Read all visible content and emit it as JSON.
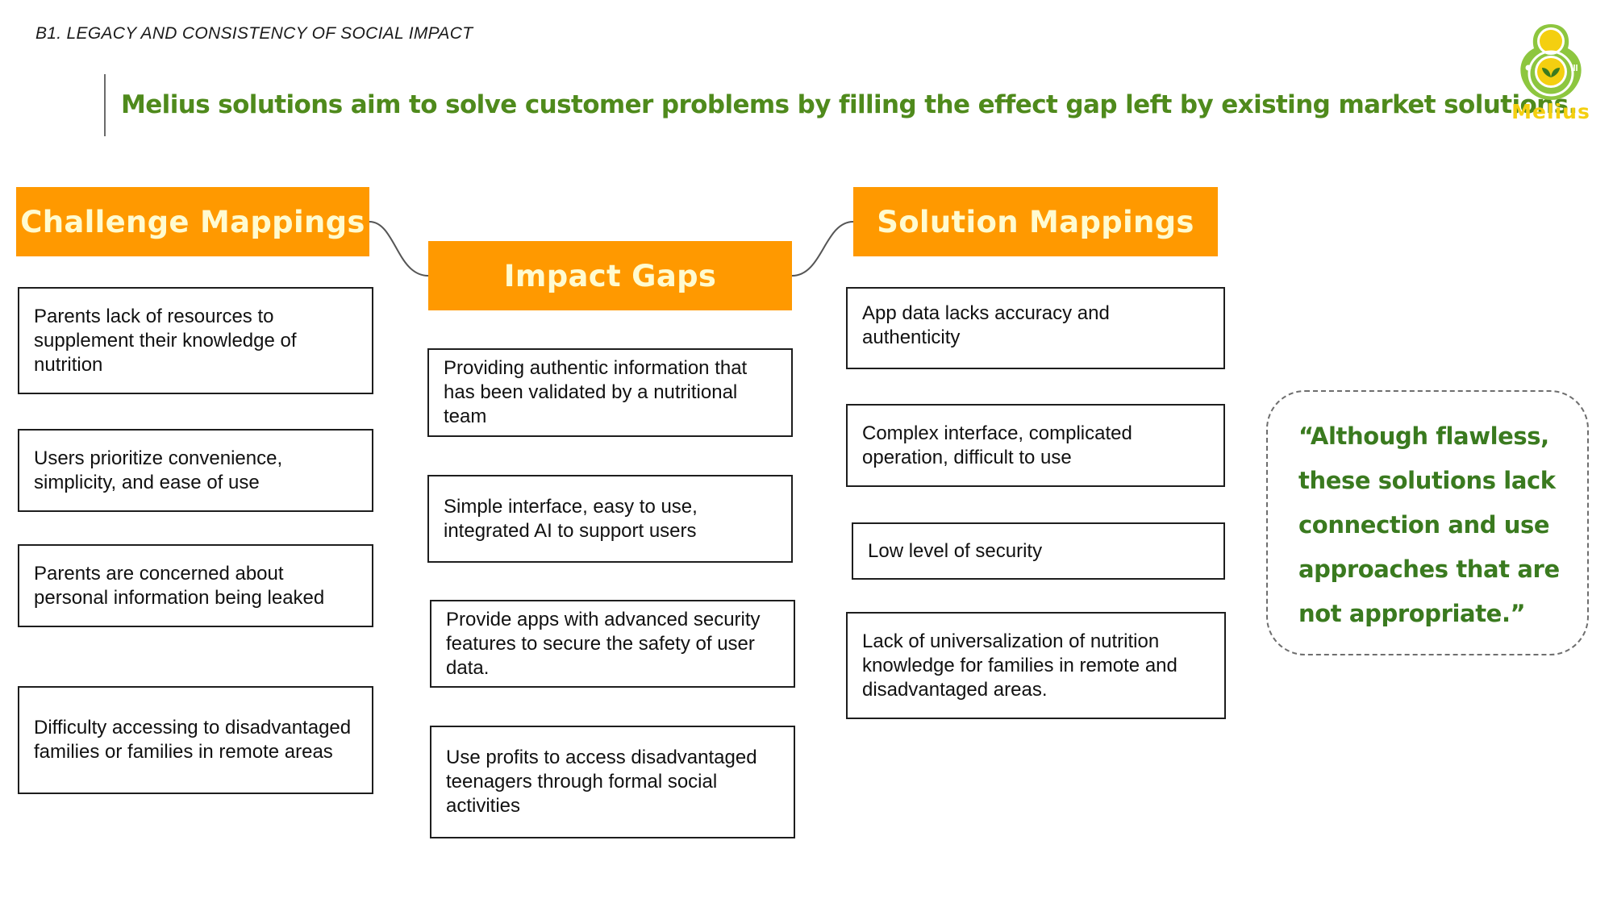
{
  "section_label": "B1. LEGACY AND CONSISTENCY OF SOCIAL IMPACT",
  "headline": "Melius solutions aim to solve customer problems by filling the effect gap left by existing market solutions.",
  "logo": {
    "text": "Melius",
    "icon": "melius-logo-icon",
    "colors": {
      "green": "#8dc63f",
      "yellow": "#f4cf10",
      "leaf": "#3a7a1f"
    }
  },
  "colors": {
    "header_bg": "#ff9900",
    "header_text": "#fffbd0",
    "headline": "#4f8a1c",
    "quote": "#3a7a1f"
  },
  "columns": {
    "challenge": {
      "title": "Challenge Mappings",
      "items": [
        "Parents lack of resources to supplement their knowledge of nutrition",
        "Users prioritize convenience, simplicity, and ease of use",
        "Parents are concerned about personal information being leaked",
        "Difficulty accessing to disadvantaged families or families in remote areas"
      ]
    },
    "impact": {
      "title": "Impact Gaps",
      "items": [
        "Providing authentic information that has been validated by a nutritional team",
        "Simple interface, easy to use, integrated AI to support users",
        "Provide apps with advanced security features to secure the safety of user data.",
        "Use profits to access disadvantaged teenagers through formal social activities"
      ]
    },
    "solution": {
      "title": "Solution Mappings",
      "items": [
        "App data lacks accuracy and authenticity",
        "Complex interface, complicated operation, difficult to use",
        "Low level of security",
        "Lack of universalization of nutrition knowledge for families in remote and disadvantaged areas."
      ]
    }
  },
  "quote": "“Although flawless, these solutions lack connection and use approaches that are not appropriate.”"
}
